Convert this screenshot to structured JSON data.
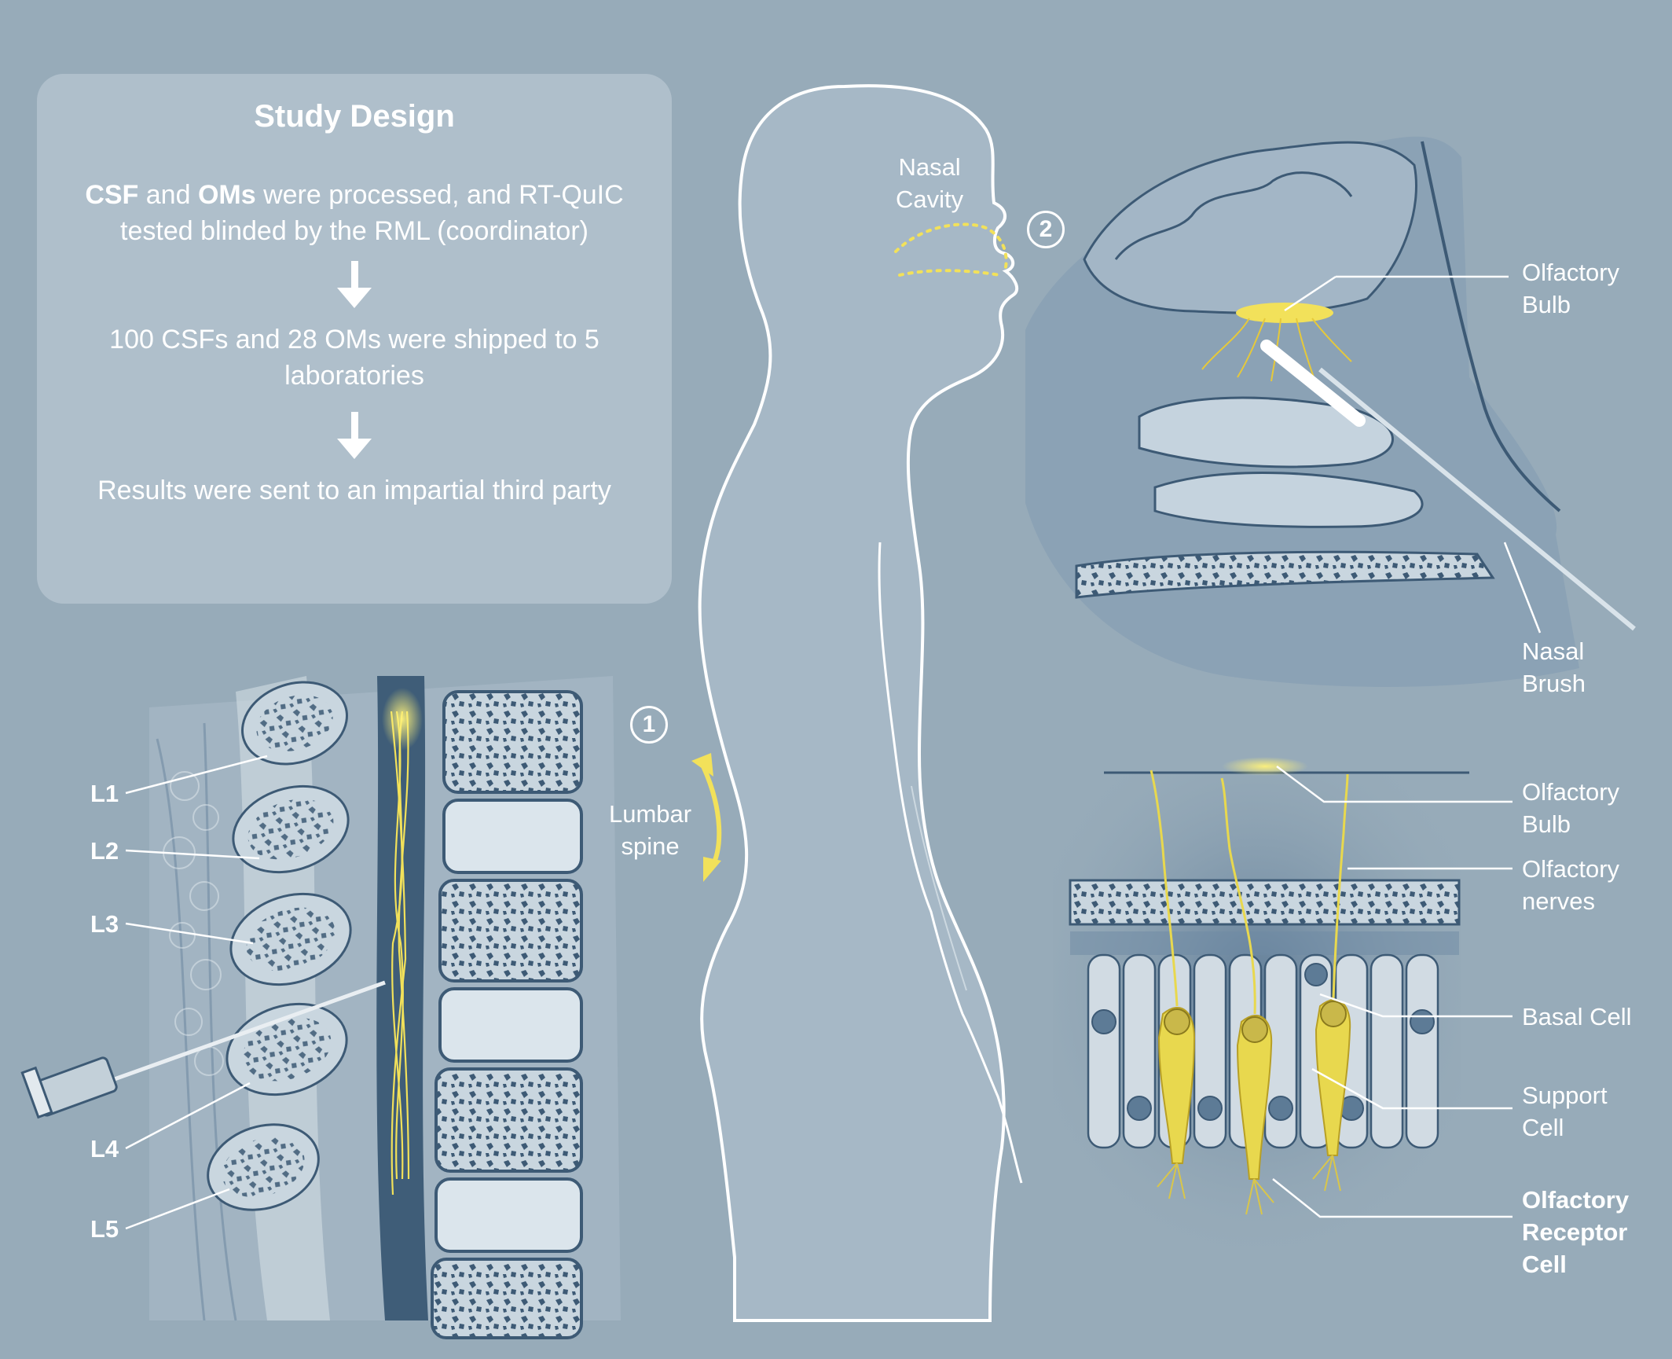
{
  "study_design": {
    "title": "Study Design",
    "step1_bold_a": "CSF",
    "step1_mid": " and ",
    "step1_bold_b": "OMs",
    "step1_rest": " were processed, and RT-QuIC tested blinded by the RML (coordinator)",
    "step2": "100 CSFs and 28 OMs were shipped to 5 laboratories",
    "step3": "Results were sent to an impartial third party"
  },
  "body_labels": {
    "nasal_cavity": "Nasal\nCavity",
    "lumbar_spine": "Lumbar\nspine",
    "badge1": "1",
    "badge2": "2"
  },
  "vertebrae": [
    "L1",
    "L2",
    "L3",
    "L4",
    "L5"
  ],
  "nose_labels": {
    "olfactory_bulb": "Olfactory\nBulb",
    "nasal_brush": "Nasal\nBrush"
  },
  "cell_labels": {
    "olfactory_bulb": "Olfactory\nBulb",
    "olfactory_nerves": "Olfactory\nnerves",
    "basal_cell": "Basal Cell",
    "support_cell": "Support\nCell",
    "receptor_cell": "Olfactory\nReceptor\nCell"
  },
  "colors": {
    "background": "#97abb9",
    "panel": "#afbfcb",
    "accent_yellow": "#f2e15a",
    "tissue_blue": "#5d7b96"
  }
}
